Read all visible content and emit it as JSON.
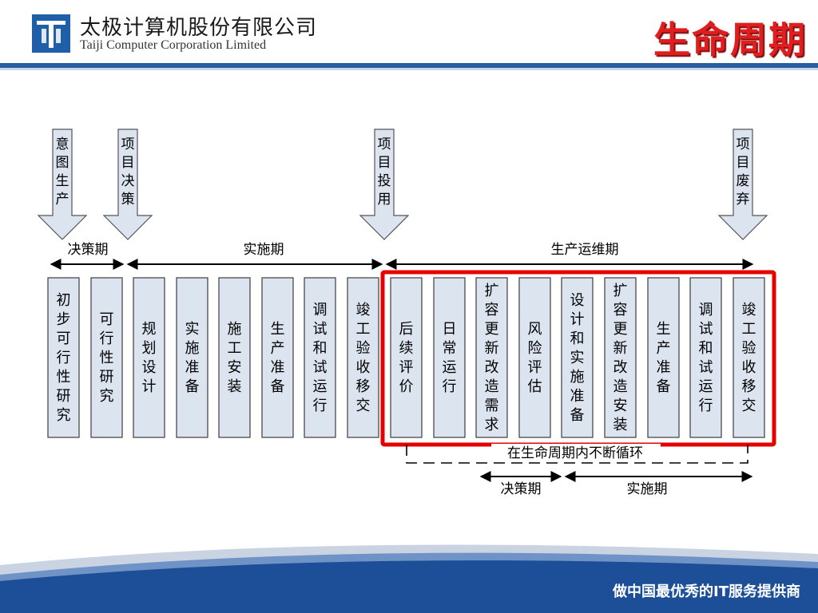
{
  "header": {
    "company_cn": "太极计算机股份有限公司",
    "company_en": "Taiji Computer Corporation Limited",
    "title": "生命周期"
  },
  "milestones": [
    {
      "label": "意图生产"
    },
    {
      "label": "项目决策"
    },
    {
      "label": "项目投用"
    },
    {
      "label": "项目废弃"
    }
  ],
  "phases": [
    {
      "label": "决策期"
    },
    {
      "label": "实施期"
    },
    {
      "label": "生产运维期"
    }
  ],
  "stages": [
    {
      "label": "初步可行性研究"
    },
    {
      "label": "可行性研究"
    },
    {
      "label": "规划设计"
    },
    {
      "label": "实施准备"
    },
    {
      "label": "施工安装"
    },
    {
      "label": "生产准备"
    },
    {
      "label": "调试和试运行"
    },
    {
      "label": "竣工验收移交"
    },
    {
      "label": "后续评价"
    },
    {
      "label": "日常运行"
    },
    {
      "label": "扩容更新改造需求"
    },
    {
      "label": "风险评估"
    },
    {
      "label": "设计和实施准备"
    },
    {
      "label": "扩容更新改造安装"
    },
    {
      "label": "生产准备"
    },
    {
      "label": "调试和试运行"
    },
    {
      "label": "竣工验收移交"
    }
  ],
  "cycle": {
    "label": "在生命周期内不断循环",
    "sub_phases": [
      {
        "label": "决策期"
      },
      {
        "label": "实施期"
      }
    ]
  },
  "colors": {
    "box_fill": "#dce4f0",
    "box_stroke": "#3d3d3d",
    "highlight": "#e60000",
    "brand_blue": "#1f5fa8",
    "title_red": "#e21d1d"
  },
  "footer": {
    "slogan": "做中国最优秀的IT服务提供商"
  }
}
